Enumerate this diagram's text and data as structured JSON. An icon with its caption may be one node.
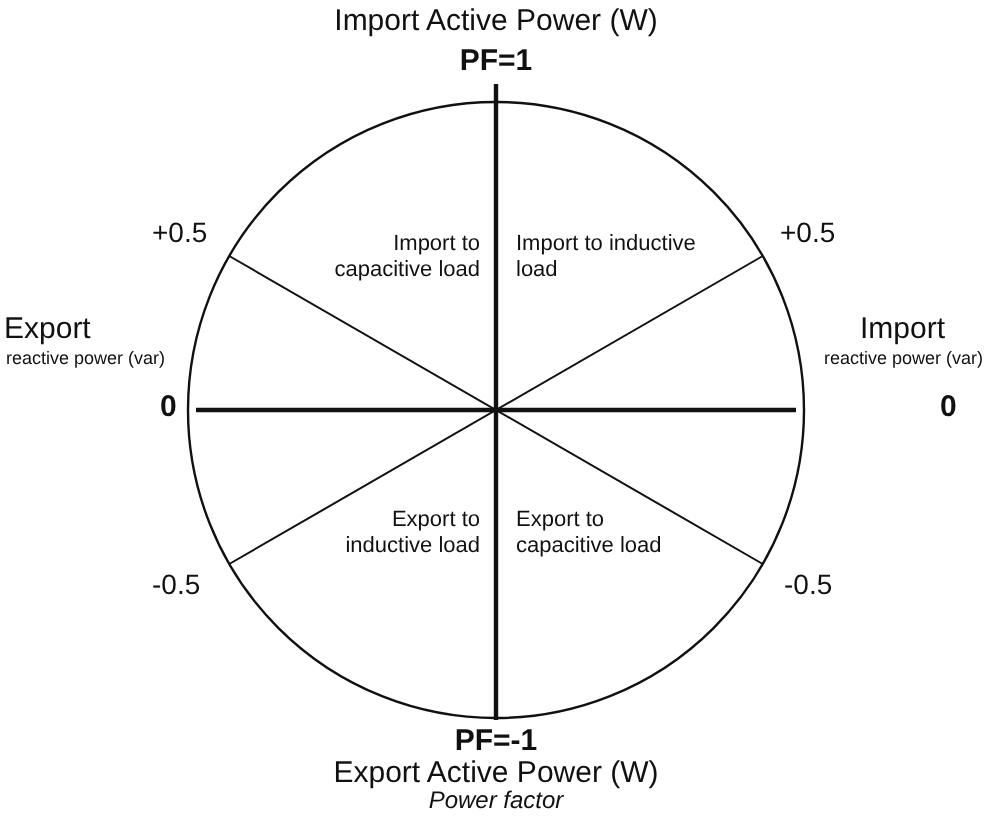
{
  "diagram": {
    "caption": "Power factor",
    "labels": [
      "Import Active Power (W)",
      "PF=1",
      "+0.5",
      "Import to capacitive load",
      "Import to inductive load",
      "+0.5",
      "Export",
      "reactive power (var)",
      "Import",
      "reactive power (var)",
      "0",
      "0",
      "Export to inductive load",
      "Export to capacitive load",
      "-0.5",
      "-0.5",
      "PF=-1",
      "Export Active Power (W)"
    ]
  }
}
